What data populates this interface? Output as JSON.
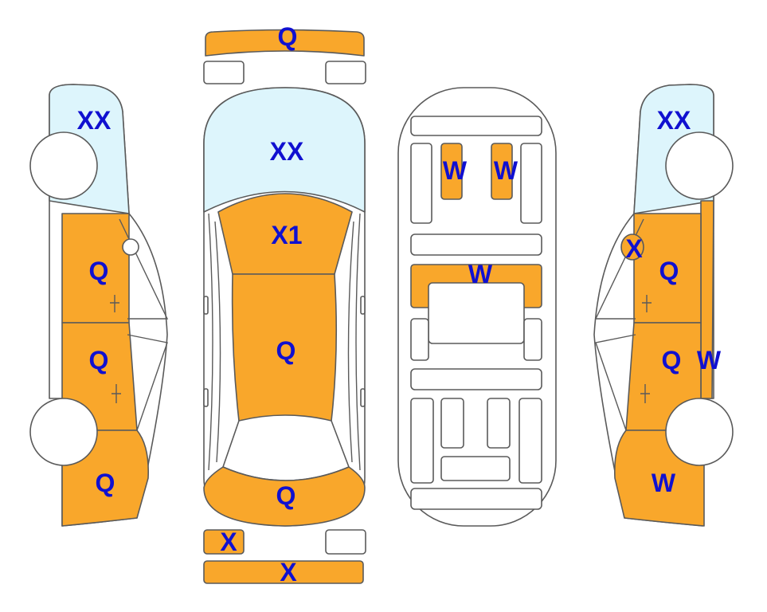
{
  "colors": {
    "damaged": "#F9A72B",
    "glass": "#DDF5FC",
    "outline": "#5A5A5A",
    "background": "#FFFFFF",
    "marker_text": "#1010D0"
  },
  "markers": {
    "front_bumper": "Q",
    "windshield": "XX",
    "hood_front": "X1",
    "roof": "Q",
    "trunk": "Q",
    "rear_left_light": "X",
    "rear_bumper": "X",
    "left_windshield": "XX",
    "left_front_door": "Q",
    "left_rear_door": "Q",
    "left_rear_quarter": "Q",
    "interior_front_seat_left": "W",
    "interior_front_seat_right": "W",
    "interior_console": "W",
    "right_windshield": "XX",
    "right_mirror": "X",
    "right_front_door": "Q",
    "right_rear_door": "Q",
    "right_pillar": "W",
    "right_rear_quarter": "W"
  }
}
